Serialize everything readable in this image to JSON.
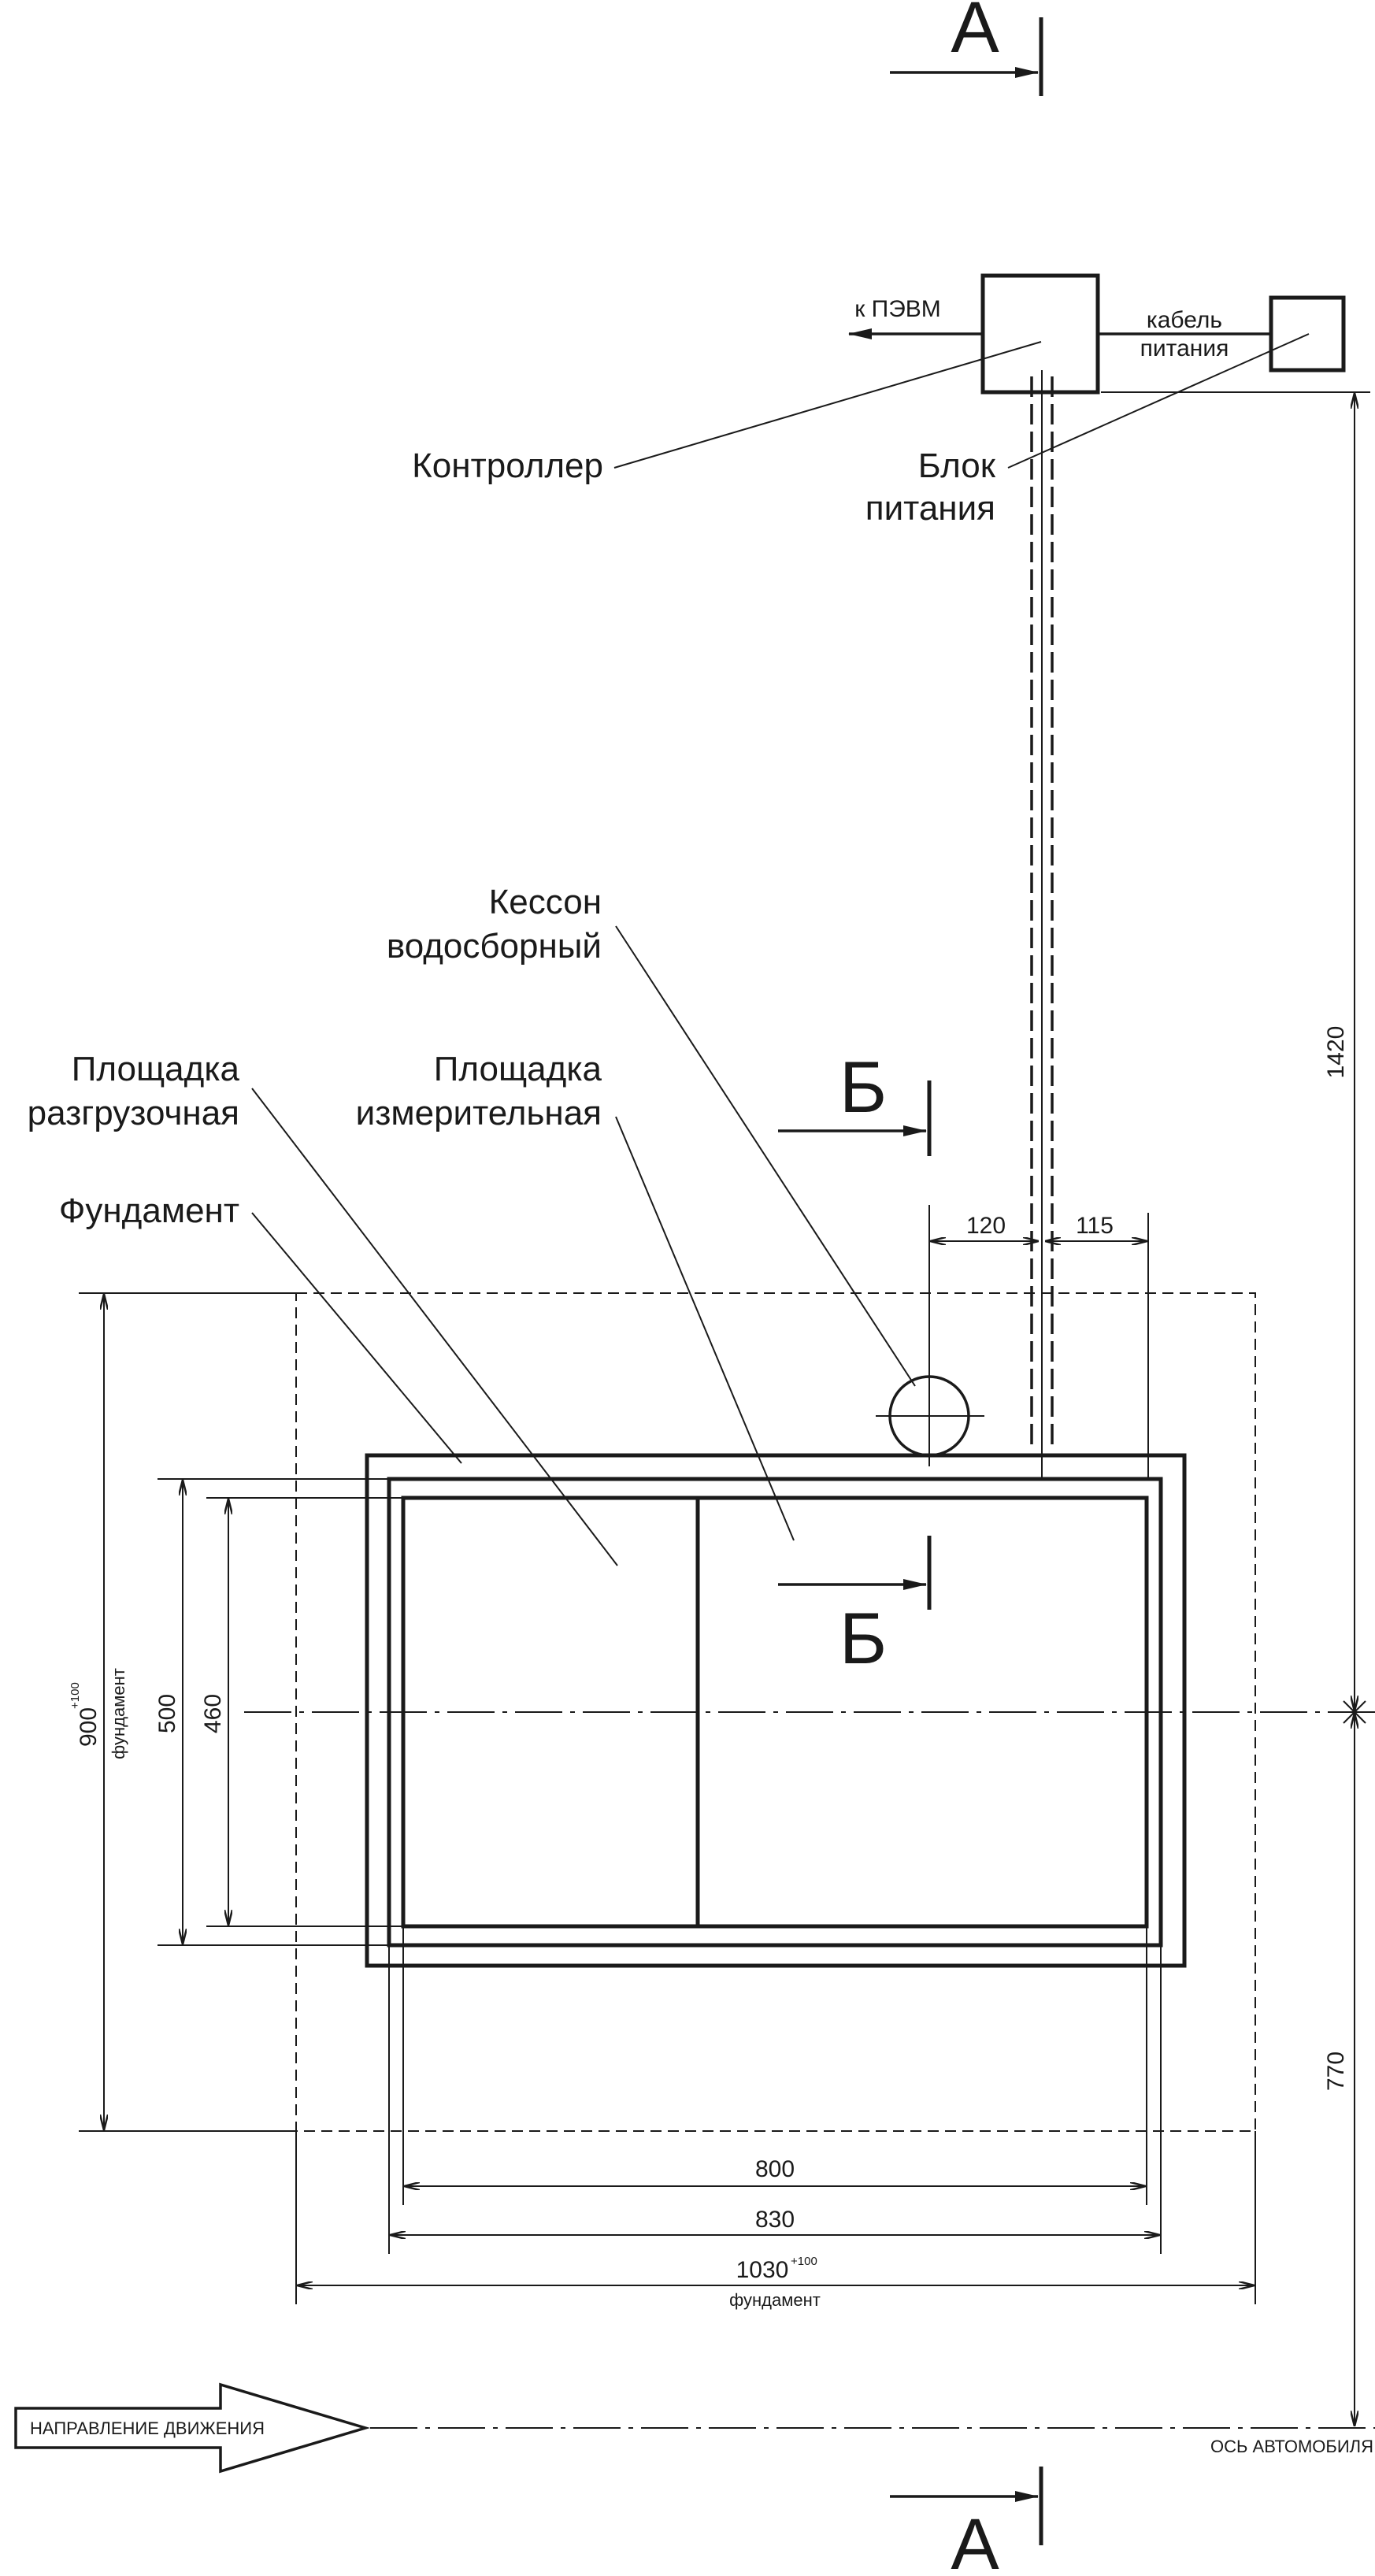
{
  "sections": {
    "a": "А",
    "b": "Б"
  },
  "labels": {
    "to_pc": "к ПЭВМ",
    "power_cable_line1": "кабель",
    "power_cable_line2": "питания",
    "controller": "Контроллер",
    "power_unit_line1": "Блок",
    "power_unit_line2": "питания",
    "caisson_line1": "Кессон",
    "caisson_line2": "водосборный",
    "unload_line1": "Площадка",
    "unload_line2": "разгрузочная",
    "measure_line1": "Площадка",
    "measure_line2": "измерительная",
    "foundation": "Фундамент",
    "direction": "НАПРАВЛЕНИЕ ДВИЖЕНИЯ",
    "vehicle_axis": "ОСЬ АВТОМОБИЛЯ"
  },
  "dimensions": {
    "d120": "120",
    "d115": "115",
    "d1420": "1420",
    "d770": "770",
    "d500": "500",
    "d460": "460",
    "d900": "900",
    "d900_tol": "+100",
    "d900_note": "фундамент",
    "d800": "800",
    "d830": "830",
    "d1030": "1030",
    "d1030_tol": "+100",
    "d1030_note": "фундамент"
  }
}
